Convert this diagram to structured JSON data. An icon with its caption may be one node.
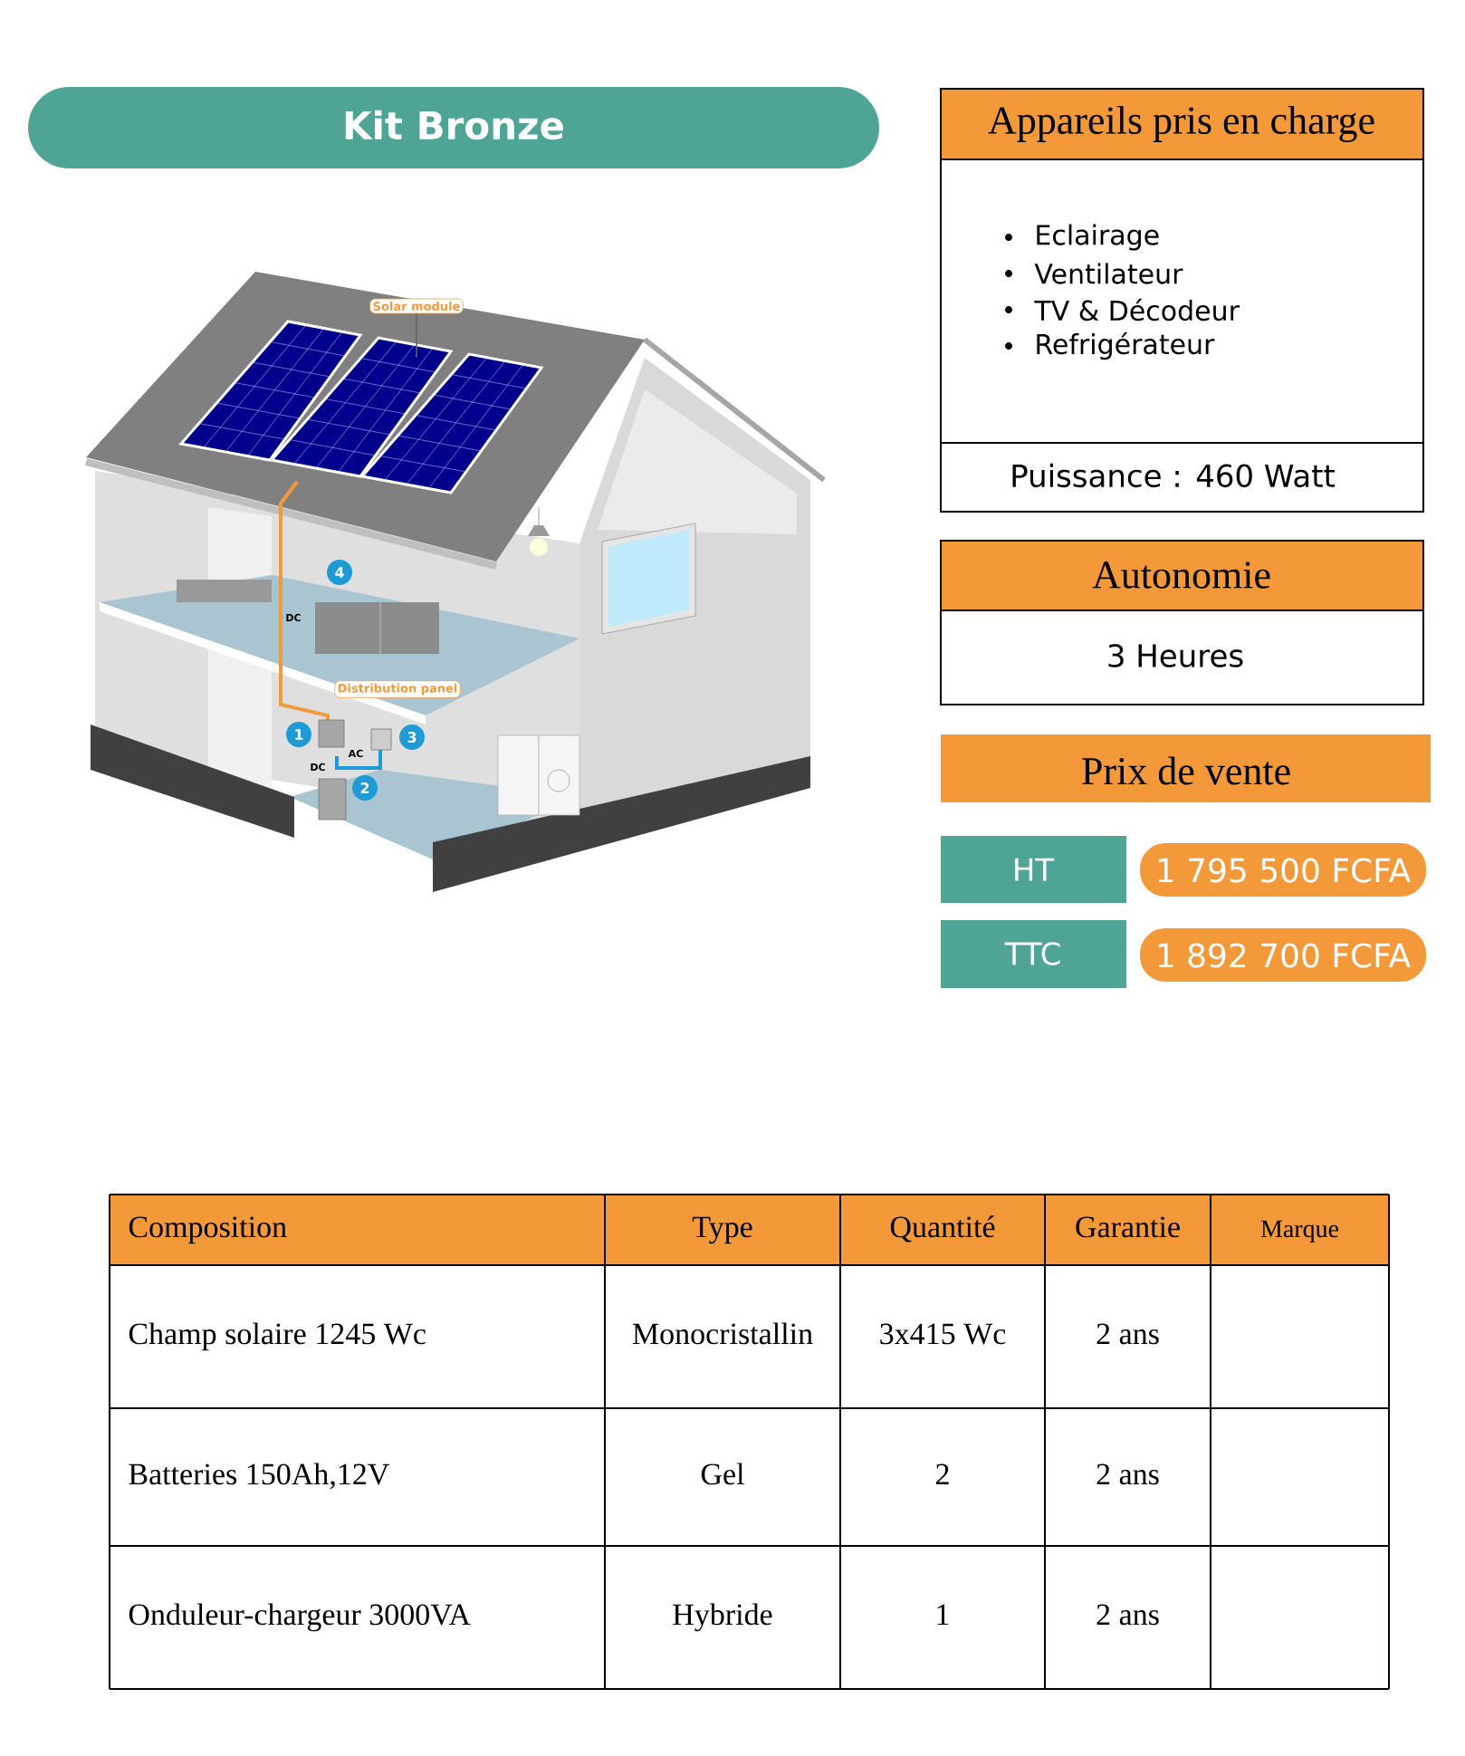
{
  "diagram": {
    "title": "Kit Bronze",
    "nodes": [
      {
        "text": [
          "Appareils pris en charge",
          "Eclairage",
          "Ventilateur",
          "TV & Décodeur",
          "Refrigérateur",
          "Puissance : 460 Watt"
        ]
      },
      {
        "text": [
          "Autonomie",
          "3 Heures"
        ]
      },
      {
        "text": [
          "Prix de vente"
        ]
      },
      {
        "text": [
          "HT"
        ]
      },
      {
        "text": [
          "1 795 500 FCFA"
        ]
      },
      {
        "text": [
          "TTC"
        ]
      },
      {
        "text": [
          "1 892 700 FCFA"
        ]
      },
      {
        "text": [
          "Solar module"
        ]
      },
      {
        "text": [],
        "shape": "picture"
      }
    ],
    "edges": [
      {
        "from": 7,
        "to": 8,
        "arrow": "none"
      }
    ],
    "labels": [
      "4",
      "DC",
      "Distribution panel",
      "1",
      "3",
      "AC",
      "DC",
      "2",
      "Composition",
      "Type",
      "Quantité",
      "Garantie",
      "Marque",
      "Champ solaire 1245 Wc",
      "Monocristallin",
      "3x415 Wc",
      "2 ans",
      "Batteries 150Ah,12V",
      "Gel",
      "2",
      "2 ans",
      "Onduleur-chargeur 3000VA",
      "Hybride",
      "1",
      "2 ans"
    ]
  }
}
